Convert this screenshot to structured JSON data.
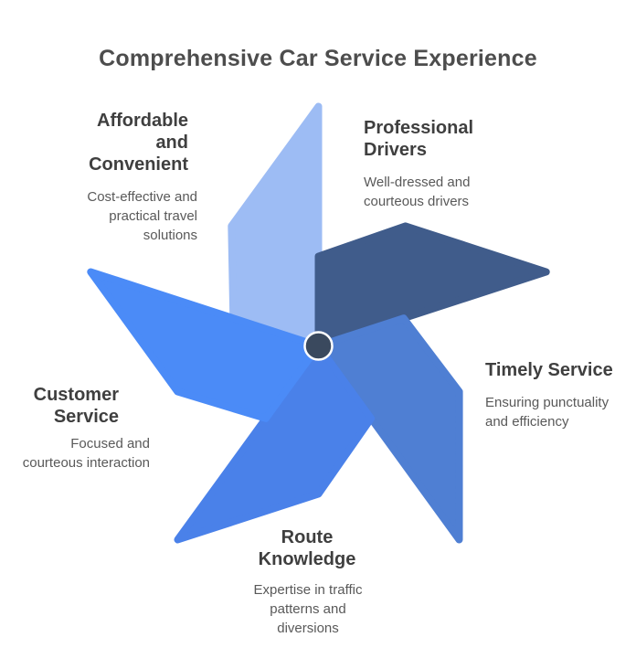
{
  "title": "Comprehensive Car Service Experience",
  "diagram": {
    "type": "pinwheel",
    "hub_color": "#3a495e",
    "hub_ring_color": "#ffffff",
    "text_colors": {
      "title": "#4d4d4d",
      "heading": "#3f3f3f",
      "description": "#595959"
    },
    "items": [
      {
        "id": "affordable",
        "heading": "Affordable\nand\nConvenient",
        "description": "Cost-effective and\npractical travel\nsolutions",
        "color": "#9dbcf4"
      },
      {
        "id": "professional",
        "heading": "Professional\nDrivers",
        "description": "Well-dressed and\ncourteous drivers",
        "color": "#405c8b"
      },
      {
        "id": "timely",
        "heading": "Timely Service",
        "description": "Ensuring punctuality\nand efficiency",
        "color": "#4f7fd3"
      },
      {
        "id": "route",
        "heading": "Route\nKnowledge",
        "description": "Expertise in traffic\npatterns and\ndiversions",
        "color": "#4a81e9"
      },
      {
        "id": "customer",
        "heading": "Customer\nService",
        "description": "Focused and\ncourteous interaction",
        "color": "#4b8bf7"
      }
    ]
  }
}
